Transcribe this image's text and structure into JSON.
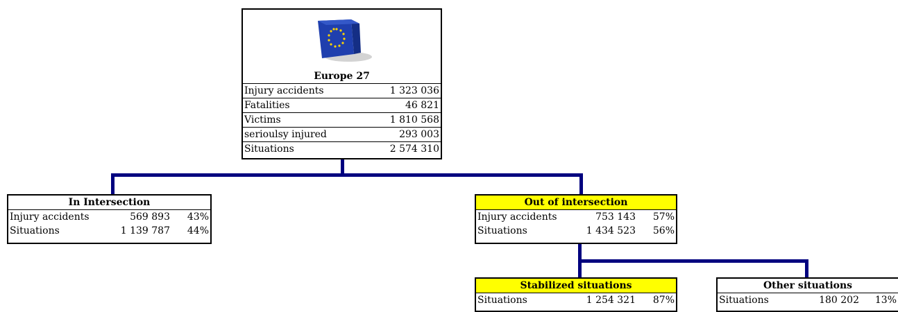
{
  "root": {
    "title": "Europe 27",
    "rows": [
      {
        "label": "Injury accidents",
        "value": "1 323 036"
      },
      {
        "label": "Fatalities",
        "value": "46 821"
      },
      {
        "label": "Victims",
        "value": "1 810 568"
      },
      {
        "label": "serioulsy injured",
        "value": "293 003"
      },
      {
        "label": "Situations",
        "value": "2 574 310"
      }
    ],
    "icon": "eu-flag-cube-icon"
  },
  "in_intersection": {
    "title": "In Intersection",
    "rows": [
      {
        "label": "Injury accidents",
        "value": "569 893",
        "pct": "43%"
      },
      {
        "label": "Situations",
        "value": "1 139 787",
        "pct": "44%"
      }
    ]
  },
  "out_intersection": {
    "title": "Out of intersection",
    "highlight": "#ffff00",
    "rows": [
      {
        "label": "Injury accidents",
        "value": "753 143",
        "pct": "57%"
      },
      {
        "label": "Situations",
        "value": "1 434 523",
        "pct": "56%"
      }
    ]
  },
  "stabilized": {
    "title": "Stabilized situations",
    "highlight": "#ffff00",
    "rows": [
      {
        "label": "Situations",
        "value": "1 254 321",
        "pct": "87%"
      }
    ]
  },
  "other": {
    "title": "Other situations",
    "rows": [
      {
        "label": "Situations",
        "value": "180 202",
        "pct": "13%"
      }
    ]
  },
  "colors": {
    "connector": "#00007f",
    "highlight": "#ffff00",
    "flag_blue": "#1f3fae",
    "flag_star": "#ffd400"
  }
}
